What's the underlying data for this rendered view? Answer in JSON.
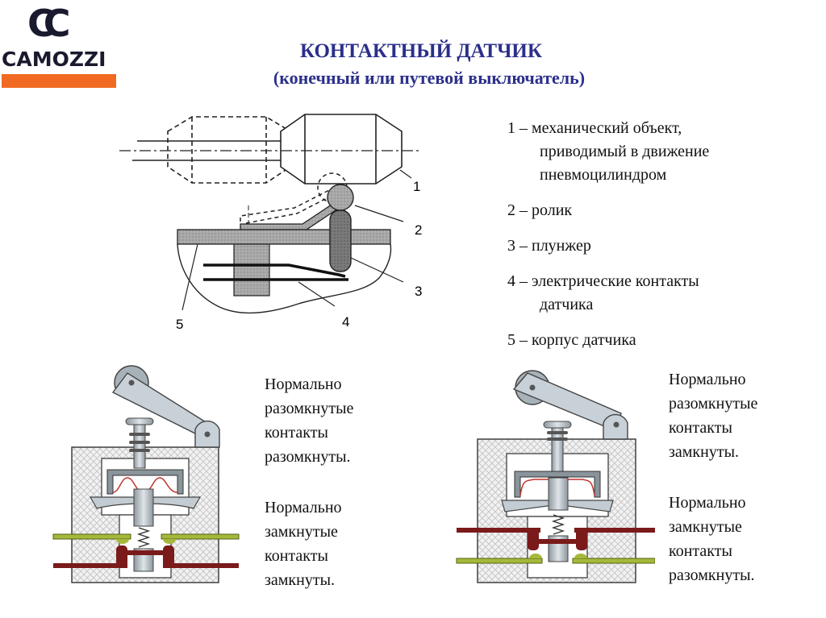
{
  "logo": {
    "mark": "CC",
    "brand": "CAMOZZI",
    "accent_color": "#f06a22",
    "dark_color": "#1a1a2e"
  },
  "title": {
    "main": "КОНТАКТНЫЙ ДАТЧИК",
    "sub": "(конечный или путевой выключатель)",
    "color": "#2b2f8a"
  },
  "diagram_top": {
    "callouts": [
      "1",
      "2",
      "3",
      "4",
      "5"
    ]
  },
  "legend": {
    "items": [
      {
        "num": "1",
        "dash": "–",
        "lines": [
          "механический объект,",
          "приводимый в движение",
          "пневмоцилиндром"
        ]
      },
      {
        "num": "2",
        "dash": "–",
        "lines": [
          "ролик"
        ]
      },
      {
        "num": "3",
        "dash": "–",
        "lines": [
          "плунжер"
        ]
      },
      {
        "num": "4",
        "dash": "–",
        "lines": [
          "электрические контакты",
          "датчика"
        ]
      },
      {
        "num": "5",
        "dash": "–",
        "lines": [
          "корпус датчика"
        ]
      }
    ]
  },
  "captions": {
    "left": {
      "block1": [
        "Нормально",
        "разомкнутые",
        "контакты",
        "разомкнуты."
      ],
      "block2": [
        "Нормально",
        "замкнутые",
        "контакты",
        "замкнуты."
      ]
    },
    "right": {
      "block1": [
        "Нормально",
        "разомкнутые",
        "контакты",
        "замкнуты."
      ],
      "block2": [
        "Нормально",
        "замкнутые",
        "контакты",
        "разомкнуты."
      ]
    }
  },
  "colors": {
    "contact_no": "#a6b83a",
    "contact_nc": "#7a1a1a",
    "metal": "#b8c2c9",
    "housing_hatch": "#cfcfcf"
  }
}
